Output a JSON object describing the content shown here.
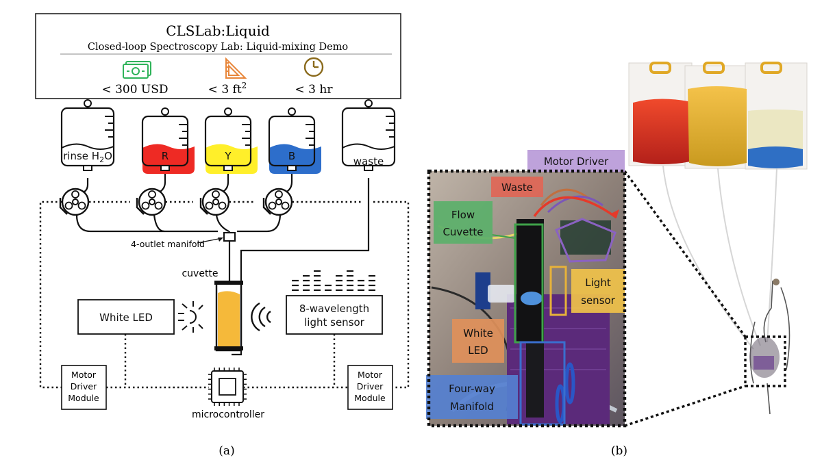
{
  "header": {
    "title": "CLSLab:Liquid",
    "subtitle": "Closed-loop Spectroscopy Lab: Liquid-mixing Demo",
    "cost": "< 300 USD",
    "footprint_base": "< 3 ft",
    "footprint_exp": "2",
    "time": "< 3 hr"
  },
  "bags": {
    "rinse_prefix": "rinse H",
    "rinse_sub": "2",
    "rinse_suffix": "O",
    "red": "R",
    "yellow": "Y",
    "blue": "B",
    "waste": "waste"
  },
  "diagram": {
    "manifold": "4-outlet manifold",
    "cuvette": "cuvette",
    "led": "White LED",
    "sensor_line1": "8-wavelength",
    "sensor_line2": "light sensor",
    "motor_left": [
      "Motor",
      "Driver",
      "Module"
    ],
    "motor_right": [
      "Motor",
      "Driver",
      "Module"
    ],
    "mcu": "microcontroller",
    "caption": "(a)"
  },
  "photo": {
    "motor_driver": "Motor Driver",
    "waste": "Waste",
    "flow_cuvette": [
      "Flow",
      "Cuvette"
    ],
    "light_sensor": [
      "Light",
      "sensor"
    ],
    "white_led": [
      "White",
      "LED"
    ],
    "manifold": [
      "Four-way",
      "Manifold"
    ],
    "caption": "(b)"
  },
  "colors": {
    "red": "#ee2a24",
    "yellow": "#ffef2a",
    "blue": "#2d6ecb",
    "cuvette_fill": "#f5b93a",
    "money": "#2fb35a",
    "ruler": "#e8863a",
    "clock": "#8a6a1c"
  },
  "icons": [
    "money-icon",
    "ruler-icon",
    "clock-icon",
    "sun-icon",
    "signal-icon",
    "bars-icon",
    "chip-icon"
  ]
}
